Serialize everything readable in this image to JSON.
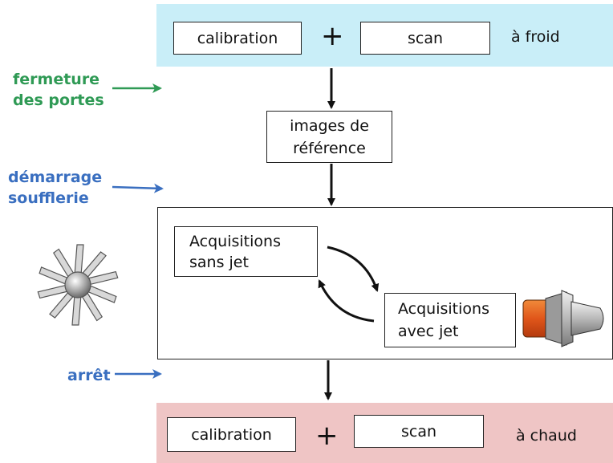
{
  "top": {
    "calibration": "calibration",
    "plus": "+",
    "scan": "scan",
    "note": "à froid"
  },
  "reference": {
    "label_line1": "images de",
    "label_line2": "référence"
  },
  "side_labels": {
    "closing_line1": "fermeture",
    "closing_line2": "des portes",
    "start_line1": "démarrage",
    "start_line2": "soufflerie",
    "stop": "arrêt"
  },
  "loop": {
    "without_jet_line1": "Acquisitions",
    "without_jet_line2": "sans jet",
    "with_jet_line1": "Acquisitions",
    "with_jet_line2": "avec jet"
  },
  "bottom": {
    "calibration": "calibration",
    "plus": "+",
    "scan": "scan",
    "note": "à chaud"
  },
  "colors": {
    "cold_band": "#c9eef8",
    "hot_band": "#efc5c5",
    "green_label": "#2f9a55",
    "blue_label": "#3a6fc0"
  },
  "icons": [
    "fan-icon",
    "jet-nozzle-icon"
  ]
}
